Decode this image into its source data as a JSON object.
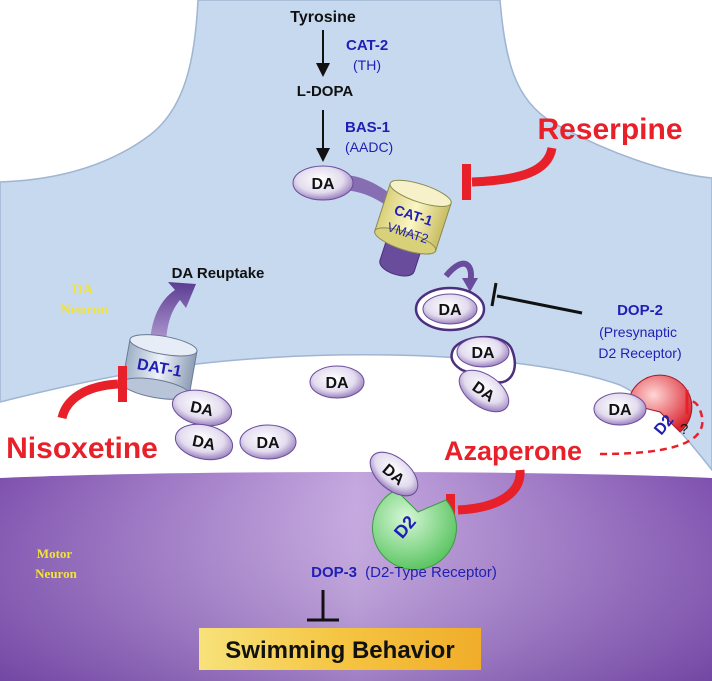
{
  "pathway": {
    "tyrosine": "Tyrosine",
    "cat2": "CAT-2",
    "th": "(TH)",
    "ldopa": "L-DOPA",
    "bas1": "BAS-1",
    "aadc": "(AADC)"
  },
  "labels": {
    "da": "DA",
    "da_reuptake": "DA Reuptake",
    "da_neuron_line1": "DA",
    "da_neuron_line2": "Neuron",
    "motor_neuron_line1": "Motor",
    "motor_neuron_line2": "Neuron",
    "cat1": "CAT-1",
    "vmat2": "VMAT2",
    "dat1": "DAT-1",
    "d2": "D2",
    "question": "?",
    "dop2": "DOP-2",
    "dop2_desc_line1": "(Presynaptic",
    "dop2_desc_line2": "D2 Receptor)",
    "dop3": "DOP-3",
    "dop3_desc": "(D2-Type Receptor)",
    "behavior": "Swimming Behavior"
  },
  "drugs": {
    "reserpine": "Reserpine",
    "nisoxetine": "Nisoxetine",
    "azaperone": "Azaperone"
  },
  "colors": {
    "neuron_fill": "#c7d9ef",
    "motor_neuron": "#8a5bb5",
    "drug_red": "#e8202a",
    "protein_blue": "#1f1fb4",
    "da_purple": "#6a4c9c",
    "neuron_label_yellow": "#f2e33a",
    "receptor_green": "#86dc8a",
    "behavior_box": "#f5c542"
  }
}
